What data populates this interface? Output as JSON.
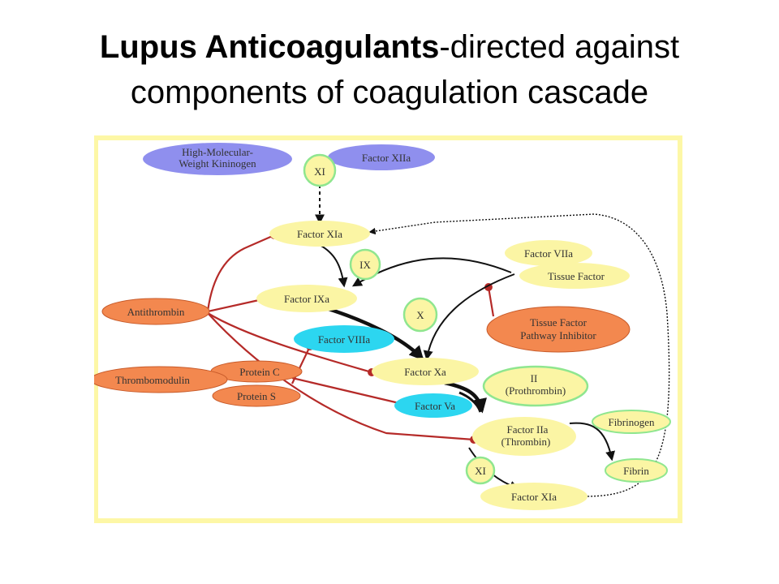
{
  "title": {
    "bold": "Lupus Anticoagulants",
    "rest": "-directed against",
    "line2": "components of coagulation cascade"
  },
  "colors": {
    "frame_bg": "#ffffff",
    "frame_border": "#fdf7a6",
    "factor_fill": "#fbf5a4",
    "purple_fill": "#8f8fee",
    "orange_fill": "#f3884f",
    "cyan_fill": "#2cd6f0",
    "ring_stroke": "#8fe68f",
    "inhibit_line": "#b52a28",
    "activation_line": "#111111"
  },
  "nodes": {
    "hmwk": [
      "High-Molecular-",
      "Weight Kininogen"
    ],
    "xiia": "Factor XIIa",
    "xi_top": "XI",
    "xia_top": "Factor XIa",
    "viia": "Factor VIIa",
    "tissue_factor": "Tissue Factor",
    "ix": "IX",
    "ixa": "Factor IXa",
    "antithrombin": "Antithrombin",
    "x": "X",
    "tfpi": [
      "Tissue Factor",
      "Pathway Inhibitor"
    ],
    "viiia": "Factor VIIIa",
    "protein_c": "Protein C",
    "thrombomodulin": "Thrombomodulin",
    "protein_s": "Protein S",
    "xa": "Factor Xa",
    "ii": [
      "II",
      "(Prothrombin)"
    ],
    "va": "Factor Va",
    "iia": [
      "Factor IIa",
      "(Thrombin)"
    ],
    "fibrinogen": "Fibrinogen",
    "fibrin": "Fibrin",
    "xi_bottom": "XI",
    "xia_bottom": "Factor XIa"
  }
}
